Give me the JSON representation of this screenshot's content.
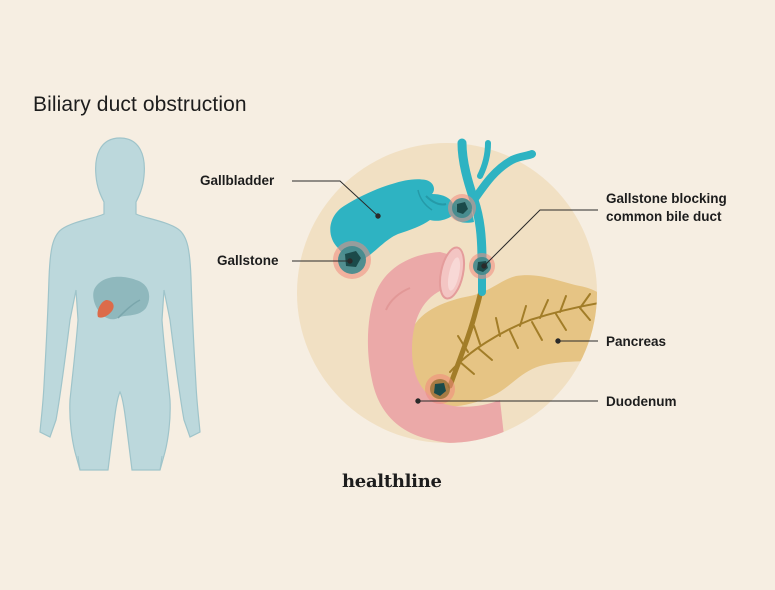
{
  "title": "Biliary duct obstruction",
  "labels": {
    "gallbladder": "Gallbladder",
    "gallstone": "Gallstone",
    "blocking_line1": "Gallstone blocking",
    "blocking_line2": "common bile duct",
    "pancreas": "Pancreas",
    "duodenum": "Duodenum"
  },
  "brand": "healthline",
  "colors": {
    "background": "#f6eee2",
    "body": "#bcd8dc",
    "circle": "#f1e0c3",
    "bile_duct": "#2eb3c2",
    "duodenum": "#eba9a8",
    "pancreas": "#e6c484",
    "stone": "#1b4a4a",
    "highlight": "#f08a7e"
  }
}
